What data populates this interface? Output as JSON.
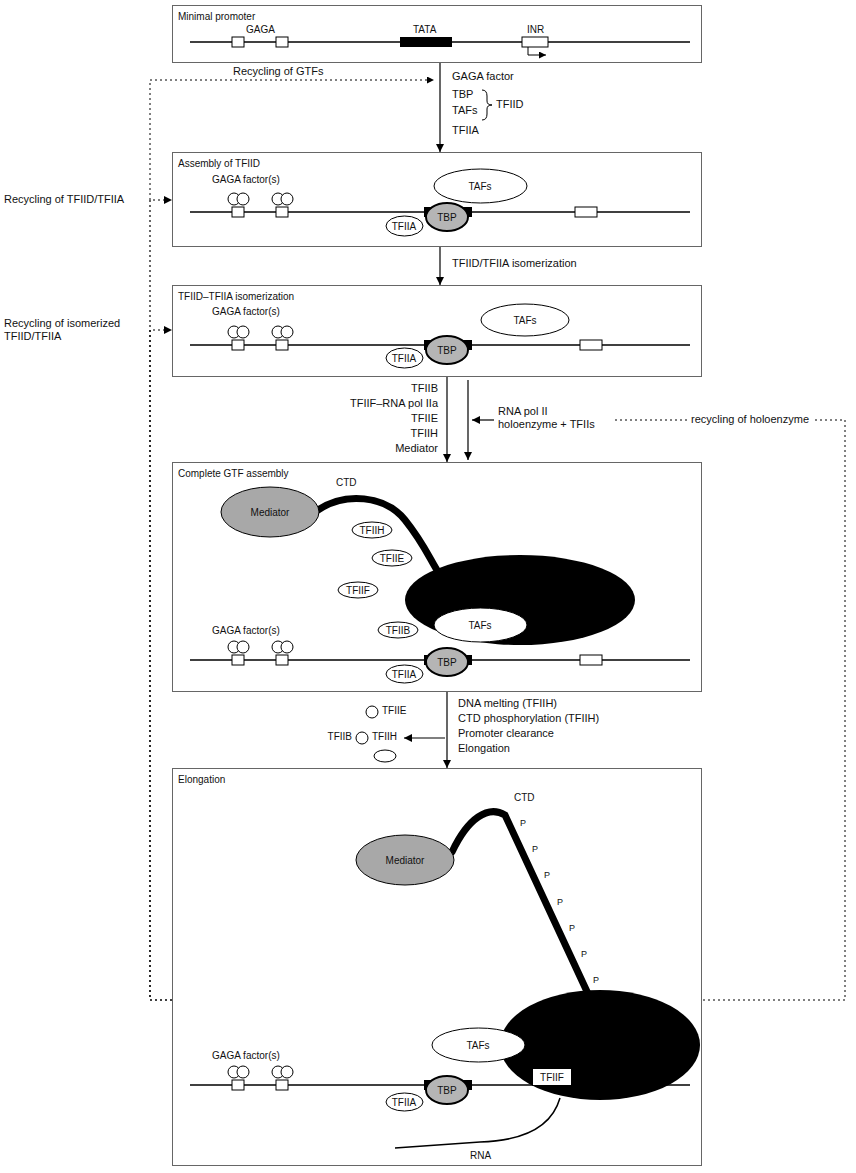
{
  "diagram": {
    "nodes": [
      {
        "text": [
          "Minimal promoter"
        ]
      },
      {
        "text": [
          "Assembly of TFIID"
        ]
      },
      {
        "text": [
          "TAFs"
        ],
        "in": 1
      },
      {
        "text": [
          "TBP"
        ],
        "in": 1
      },
      {
        "text": [
          "TFIIA"
        ],
        "in": 1
      },
      {
        "text": [
          "TFIID–TFIIA isomerization"
        ]
      },
      {
        "text": [
          "TAFs"
        ],
        "in": 5
      },
      {
        "text": [
          "TBP"
        ],
        "in": 5
      },
      {
        "text": [
          "TFIIA"
        ],
        "in": 5
      },
      {
        "text": [
          "Complete GTF assembly"
        ]
      },
      {
        "text": [
          "Mediator"
        ],
        "in": 9
      },
      {
        "text": [
          "TFIIH"
        ],
        "in": 9
      },
      {
        "text": [
          "TFIIE"
        ],
        "in": 9
      },
      {
        "text": [
          "TFIIF"
        ],
        "in": 9
      },
      {
        "text": [
          "TFIIB"
        ],
        "in": 9
      },
      {
        "text": [
          "TAFs"
        ],
        "in": 9
      },
      {
        "text": [
          "TBP"
        ],
        "in": 9
      },
      {
        "text": [
          "TFIIA"
        ],
        "in": 9
      },
      {
        "text": [
          "Elongation"
        ]
      },
      {
        "text": [
          "Mediator"
        ],
        "in": 18
      },
      {
        "text": [
          "TAFs"
        ],
        "in": 18
      },
      {
        "text": [
          "TFIIF"
        ],
        "in": 18
      },
      {
        "text": [
          "TBP"
        ],
        "in": 18
      },
      {
        "text": [
          "TFIIA"
        ],
        "in": 18
      }
    ],
    "edges": [
      {
        "from": 0,
        "to": 1,
        "arrow": "to"
      },
      {
        "from": 1,
        "to": 5,
        "arrow": "to",
        "label": "TFIID/TFIIA isomerization"
      },
      {
        "from": 5,
        "to": 9,
        "arrow": "to"
      },
      {
        "from": 9,
        "to": 18,
        "arrow": "to"
      },
      {
        "from": 18,
        "to": 1,
        "arrow": "to",
        "label": "Recycling of TFIID/TFIIA"
      },
      {
        "from": 18,
        "to": 5,
        "arrow": "to",
        "label": "Recycling of isomerized TFIID/TFIIA"
      }
    ],
    "labels": [
      "GAGA",
      "TATA",
      "INR",
      "GAGA factor",
      "TBP",
      "TAFs",
      "TFIIA",
      "TFIID",
      "Recycling of GTFs",
      "GAGA factor(s)",
      "GAGA factor(s)",
      "TFIIB",
      "TFIIF–RNA pol IIa",
      "TFIIE",
      "TFIIH",
      "Mediator",
      "RNA pol II holoenzyme + TFIIs",
      "recycling of holoenzyme",
      "CTD",
      "GAGA factor(s)",
      "DNA melting (TFIIH)",
      "CTD phosphorylation (TFIIH)",
      "Promoter clearance",
      "Elongation",
      "TFIIE",
      "TFIIB",
      "TFIIH",
      "CTD",
      "P",
      "P",
      "P",
      "P",
      "P",
      "P",
      "P",
      "GAGA factor(s)",
      "RNA"
    ]
  }
}
